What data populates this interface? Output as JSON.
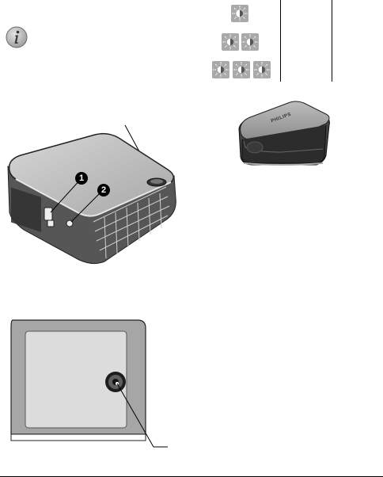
{
  "illustrations": {
    "info_note_icon": "info-i-icon",
    "brightness_icon": "sun-brightness-icon",
    "brightness_levels": [
      1,
      2,
      3
    ],
    "callouts": [
      "1",
      "2"
    ],
    "brand_text_on_device": "PHILIPS"
  }
}
